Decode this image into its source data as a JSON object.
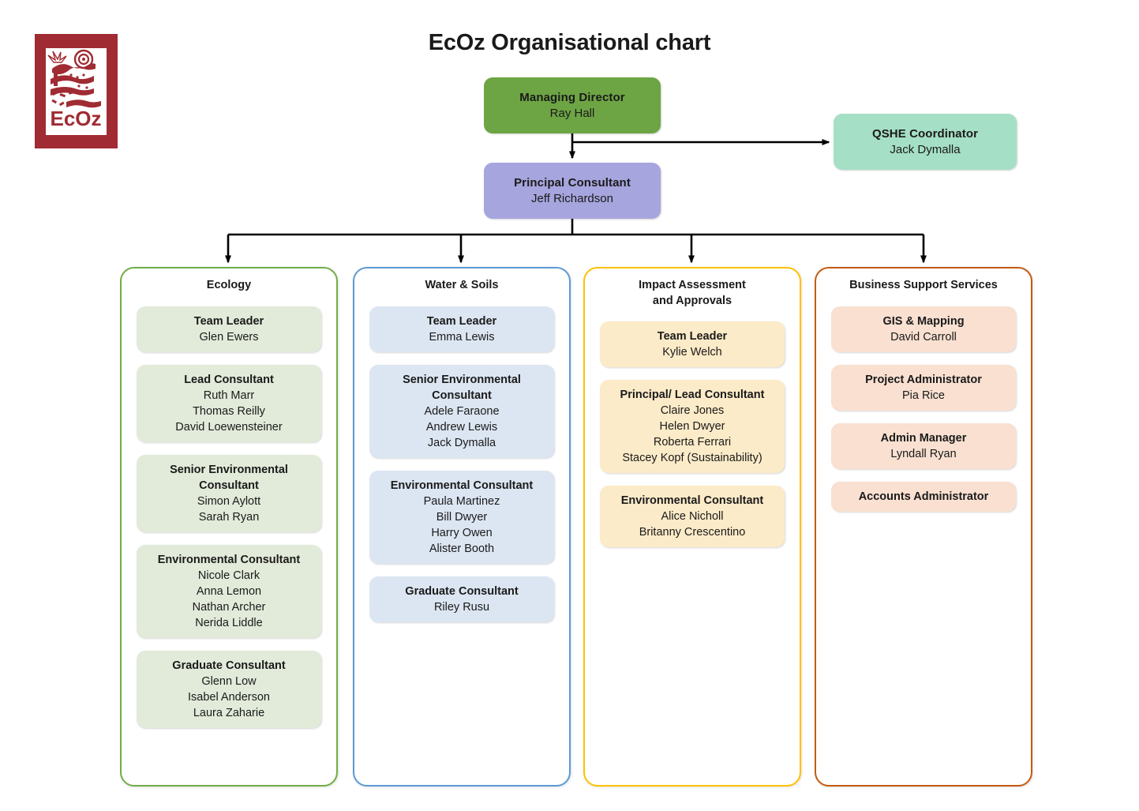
{
  "title": "EcOz Organisational chart",
  "logo": {
    "name": "ecoz-logo",
    "wordmark": "EcOz",
    "background_color": "#A02B32"
  },
  "colors": {
    "managing_director": "#6DA544",
    "principal_consultant": "#A6A5DE",
    "qshe": "#A5DFC5",
    "ecology_border": "#70AD47",
    "ecology_fill": "#E2EBDA",
    "water_border": "#5B9BD5",
    "water_fill": "#DCE6F2",
    "impact_border": "#FFC000",
    "impact_fill": "#FCEBC8",
    "business_border": "#C55A11",
    "business_fill": "#F9E0D1"
  },
  "top_nodes": {
    "managing_director": {
      "role": "Managing Director",
      "person": "Ray Hall"
    },
    "principal_consultant": {
      "role": "Principal Consultant",
      "person": "Jeff Richardson"
    },
    "qshe_coordinator": {
      "role": "QSHE Coordinator",
      "person": "Jack Dymalla"
    }
  },
  "columns": [
    {
      "id": "ecology",
      "title": "Ecology",
      "cards": [
        {
          "role": "Team Leader",
          "people": [
            "Glen Ewers"
          ]
        },
        {
          "role": "Lead Consultant",
          "people": [
            "Ruth Marr",
            "Thomas Reilly",
            "David Loewensteiner"
          ]
        },
        {
          "role": "Senior Environmental Consultant",
          "people": [
            "Simon Aylott",
            "Sarah Ryan"
          ]
        },
        {
          "role": "Environmental Consultant",
          "people": [
            "Nicole Clark",
            "Anna Lemon",
            "Nathan Archer",
            "Nerida Liddle"
          ]
        },
        {
          "role": "Graduate Consultant",
          "people": [
            "Glenn Low",
            "Isabel Anderson",
            "Laura Zaharie"
          ]
        }
      ]
    },
    {
      "id": "water",
      "title": "Water & Soils",
      "cards": [
        {
          "role": "Team Leader",
          "people": [
            "Emma Lewis"
          ]
        },
        {
          "role": "Senior Environmental Consultant",
          "people": [
            "Adele Faraone",
            "Andrew Lewis",
            "Jack Dymalla"
          ]
        },
        {
          "role": "Environmental Consultant",
          "people": [
            "Paula Martinez",
            "Bill Dwyer",
            "Harry Owen",
            "Alister Booth"
          ]
        },
        {
          "role": "Graduate Consultant",
          "people": [
            "Riley Rusu"
          ]
        }
      ]
    },
    {
      "id": "impact",
      "title": "Impact Assessment and Approvals",
      "cards": [
        {
          "role": "Team Leader",
          "people": [
            "Kylie Welch"
          ]
        },
        {
          "role": "Principal/ Lead Consultant",
          "people": [
            "Claire Jones",
            "Helen Dwyer",
            "Roberta Ferrari",
            "Stacey Kopf (Sustainability)"
          ]
        },
        {
          "role": "Environmental Consultant",
          "people": [
            "Alice Nicholl",
            "Britanny Crescentino"
          ]
        }
      ]
    },
    {
      "id": "business",
      "title": "Business Support Services",
      "cards": [
        {
          "role": "GIS & Mapping",
          "people": [
            "David Carroll"
          ]
        },
        {
          "role": "Project Administrator",
          "people": [
            "Pia Rice"
          ]
        },
        {
          "role": "Admin Manager",
          "people": [
            "Lyndall Ryan"
          ]
        },
        {
          "role": "Accounts Administrator",
          "people": []
        }
      ]
    }
  ]
}
